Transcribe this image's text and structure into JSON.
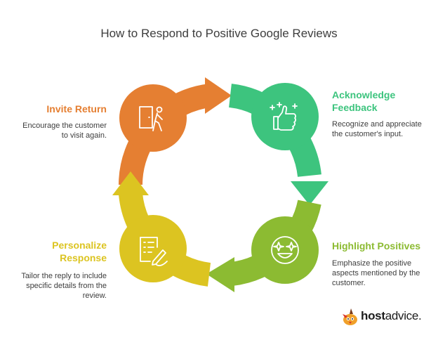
{
  "title": "How to Respond to Positive Google Reviews",
  "steps": [
    {
      "title": "Acknowledge Feedback",
      "title_line1": "Acknowledge",
      "title_line2": "Feedback",
      "description_line1": "Recognize and appreciate",
      "description_line2": "the customer's input.",
      "color": "#3dc47e",
      "icon": "thumbs-up-sparkle-icon"
    },
    {
      "title": "Highlight Positives",
      "description_line1": "Emphasize the positive",
      "description_line2": "aspects mentioned by the",
      "description_line3": "customer.",
      "color": "#8cbb32",
      "icon": "starry-eyed-face-icon"
    },
    {
      "title": "Personalize Response",
      "title_line1": "Personalize",
      "title_line2": "Response",
      "description_line1": "Tailor the reply to include",
      "description_line2": "specific details from the",
      "description_line3": "review.",
      "color": "#dcc421",
      "icon": "writing-checklist-icon"
    },
    {
      "title": "Invite Return",
      "description_line1": "Encourage the customer",
      "description_line2": "to visit again.",
      "color": "#e57f32",
      "icon": "person-entering-door-icon"
    }
  ],
  "logo": {
    "text_bold": "host",
    "text_regular": "advice",
    "text_dot": ".",
    "icon": "hostadvice-bird-icon"
  }
}
